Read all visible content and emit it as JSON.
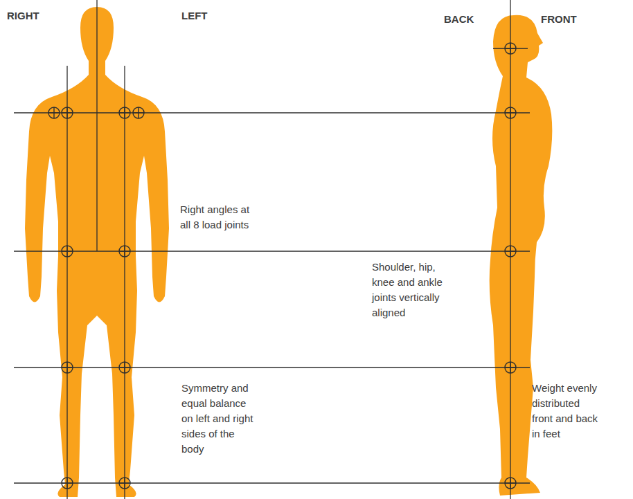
{
  "diagram": {
    "labels": [
      "RIGHT",
      "LEFT",
      "BACK",
      "FRONT",
      "Right angles at all 8 load joints",
      "Shoulder, hip, knee and ankle joints vertically aligned",
      "Symmetry and equal balance on left and right sides of the body",
      "Weight evenly distributed front and back in feet"
    ]
  }
}
